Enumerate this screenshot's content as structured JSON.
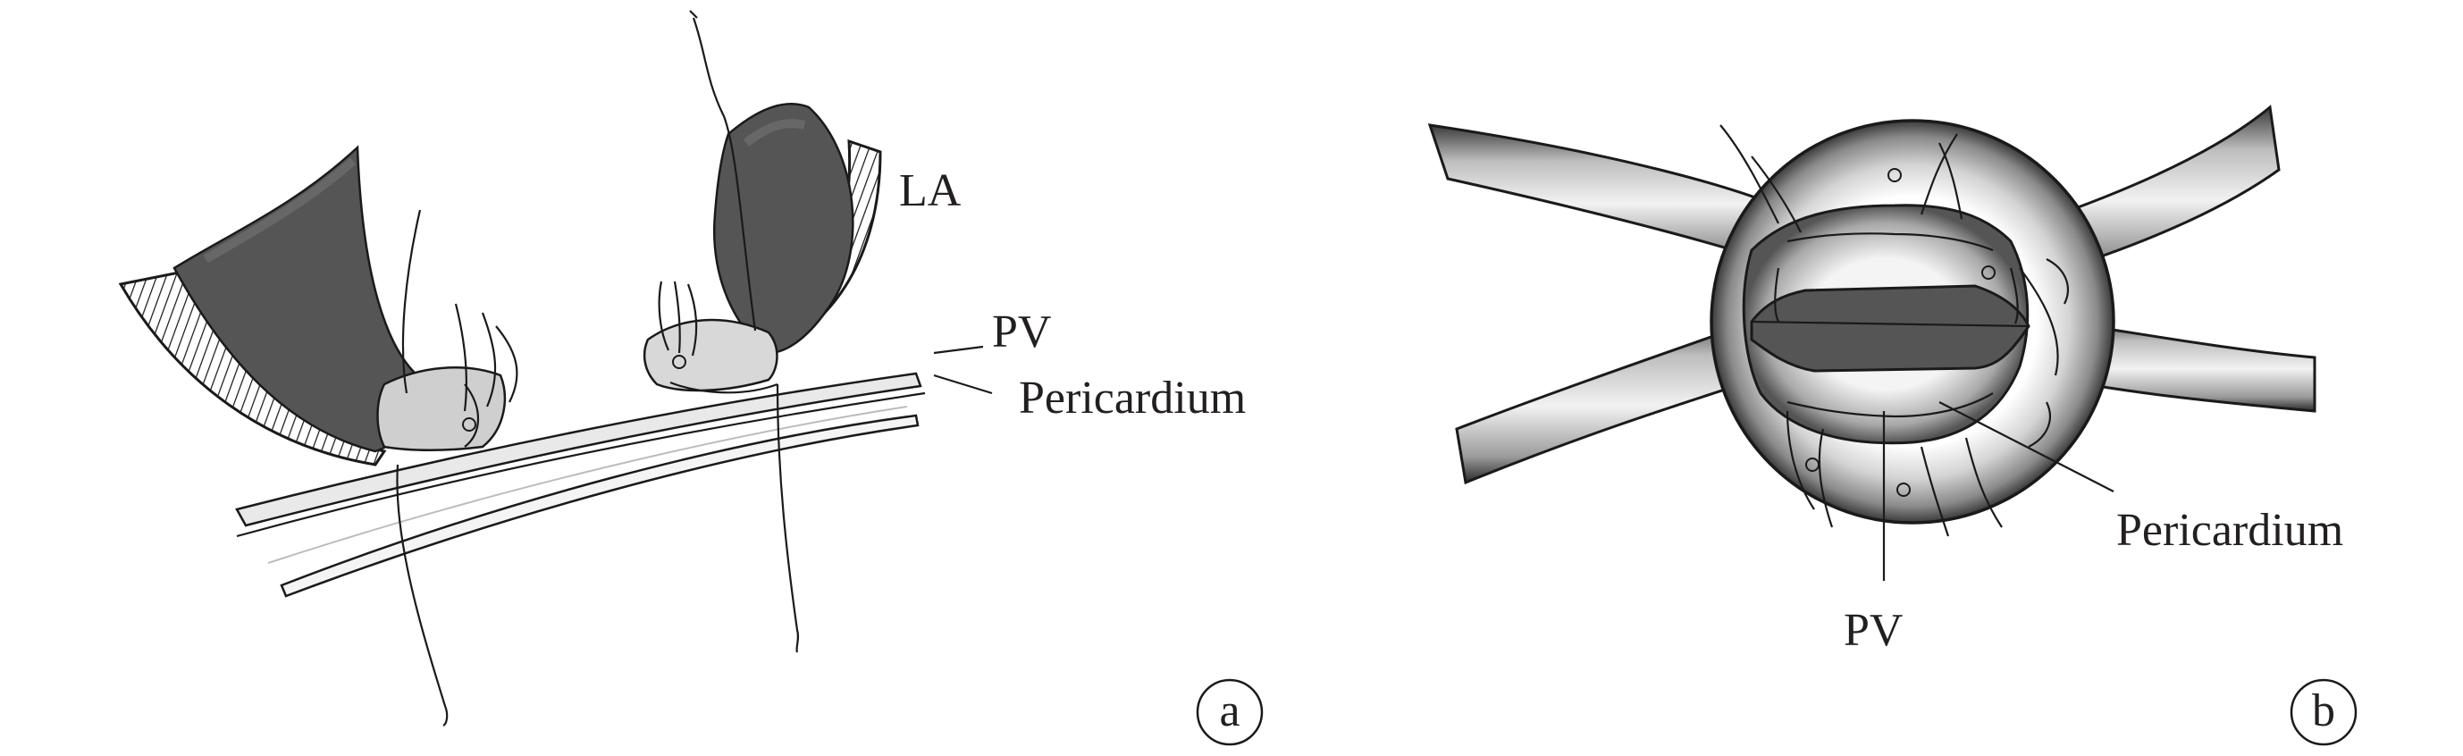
{
  "panels": [
    {
      "id": "a",
      "letter": "a",
      "labels": {
        "la": "LA",
        "pv": "PV",
        "pericardium": "Pericardium"
      }
    },
    {
      "id": "b",
      "letter": "b",
      "labels": {
        "pv": "PV",
        "pericardium": "Pericardium"
      }
    }
  ]
}
